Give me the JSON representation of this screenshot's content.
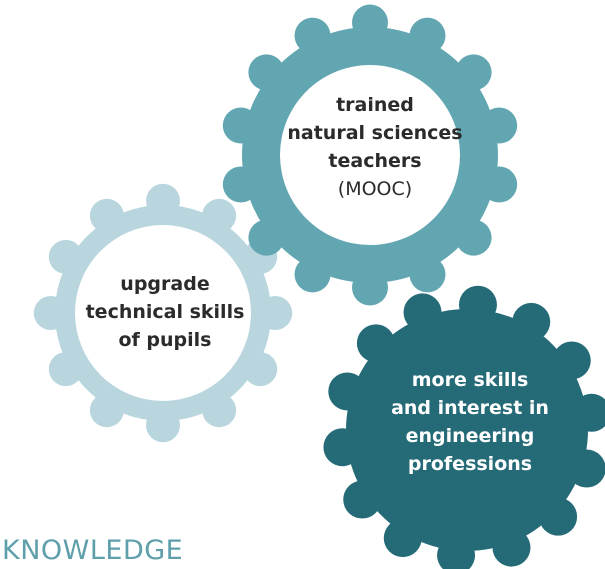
{
  "colors": {
    "gear_top": "#62a6b1",
    "gear_left": "#b9d6df",
    "gear_right": "#256b77",
    "label": "#5e9fab"
  },
  "gears": {
    "top": {
      "lines": [
        "trained",
        "natural sciences",
        "teachers",
        "(MOOC)"
      ]
    },
    "left": {
      "lines": [
        "upgrade",
        "technical skills",
        "of pupils"
      ]
    },
    "right": {
      "lines": [
        "more skills",
        "and interest in",
        "engineering",
        "professions"
      ]
    }
  },
  "label": "KNOWLEDGE"
}
